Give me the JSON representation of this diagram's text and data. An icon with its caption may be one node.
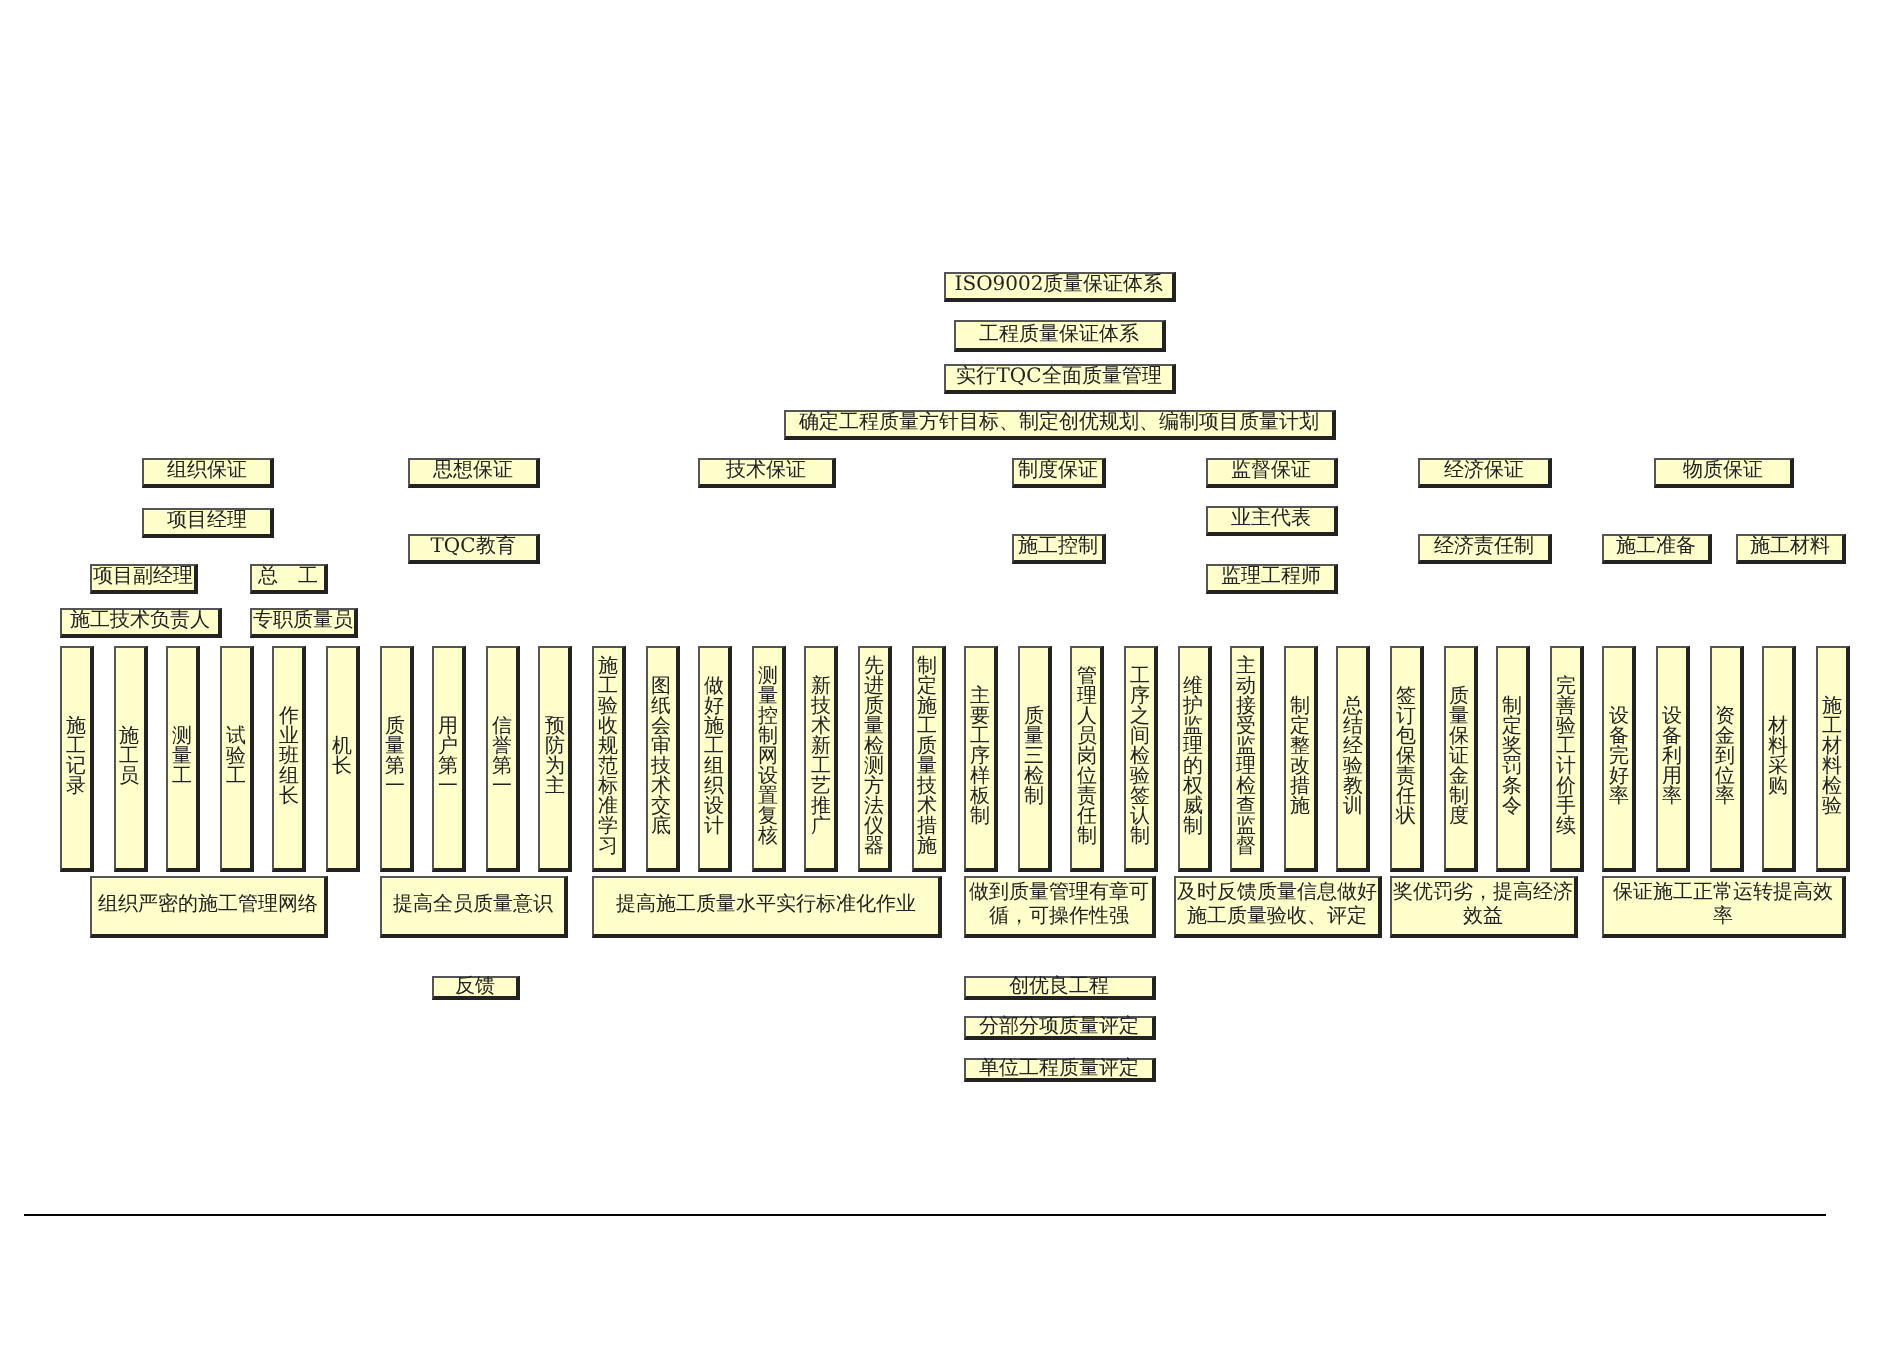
{
  "diagram": {
    "nodes": [
      {
        "text": [
          "ISO9002质量保证体系"
        ]
      },
      {
        "text": [
          "工程质量保证体系"
        ]
      },
      {
        "text": [
          "实行TQC全面质量管理"
        ]
      },
      {
        "text": [
          "确定工程质量方针目标、制定创优规划、编制项目质量计划"
        ]
      },
      {
        "text": [
          "组织保证"
        ]
      },
      {
        "text": [
          "思想保证"
        ]
      },
      {
        "text": [
          "技术保证"
        ]
      },
      {
        "text": [
          "制度保证"
        ]
      },
      {
        "text": [
          "监督保证"
        ]
      },
      {
        "text": [
          "经济保证"
        ]
      },
      {
        "text": [
          "物质保证"
        ]
      },
      {
        "text": [
          "项目经理"
        ]
      },
      {
        "text": [
          "业主代表"
        ]
      },
      {
        "text": [
          "TQC教育"
        ]
      },
      {
        "text": [
          "施工控制"
        ]
      },
      {
        "text": [
          "经济责任制"
        ]
      },
      {
        "text": [
          "施工准备"
        ]
      },
      {
        "text": [
          "施工材料"
        ]
      },
      {
        "text": [
          "项目副经理"
        ]
      },
      {
        "text": [
          "总　工"
        ]
      },
      {
        "text": [
          "监理工程师"
        ]
      },
      {
        "text": [
          "施工技术负责人"
        ]
      },
      {
        "text": [
          "专职质量员"
        ]
      },
      {
        "text": [
          "施工记录"
        ]
      },
      {
        "text": [
          "施工员"
        ]
      },
      {
        "text": [
          "测量工"
        ]
      },
      {
        "text": [
          "试验工"
        ]
      },
      {
        "text": [
          "作业班组长"
        ]
      },
      {
        "text": [
          "机长"
        ]
      },
      {
        "text": [
          "质量第一"
        ]
      },
      {
        "text": [
          "用户第一"
        ]
      },
      {
        "text": [
          "信誉第一"
        ]
      },
      {
        "text": [
          "预防为主"
        ]
      },
      {
        "text": [
          "施工验收规范标准学习"
        ]
      },
      {
        "text": [
          "图纸会审技术交底"
        ]
      },
      {
        "text": [
          "做好施工组织设计"
        ]
      },
      {
        "text": [
          "测量控制网设置复核"
        ]
      },
      {
        "text": [
          "新技术新工艺推广"
        ]
      },
      {
        "text": [
          "先进质量检测方法仪器"
        ]
      },
      {
        "text": [
          "制定施工质量技术措施"
        ]
      },
      {
        "text": [
          "主要工序样板制"
        ]
      },
      {
        "text": [
          "质量三检制"
        ]
      },
      {
        "text": [
          "管理人员岗位责任制"
        ]
      },
      {
        "text": [
          "工序之间检验签认制"
        ]
      },
      {
        "text": [
          "维护监理的权威制"
        ]
      },
      {
        "text": [
          "主动接受监理检查监督"
        ]
      },
      {
        "text": [
          "制定整改措施"
        ]
      },
      {
        "text": [
          "总结经验教训"
        ]
      },
      {
        "text": [
          "签订包保责任状"
        ]
      },
      {
        "text": [
          "质量保证金制度"
        ]
      },
      {
        "text": [
          "制定奖罚条令"
        ]
      },
      {
        "text": [
          "完善验工计价手续"
        ]
      },
      {
        "text": [
          "设备完好率"
        ]
      },
      {
        "text": [
          "设备利用率"
        ]
      },
      {
        "text": [
          "资金到位率"
        ]
      },
      {
        "text": [
          "材料采购"
        ]
      },
      {
        "text": [
          "施工材料检验"
        ]
      },
      {
        "text": [
          "组织严密的施工管理网络"
        ]
      },
      {
        "text": [
          "提高全员质量意识"
        ]
      },
      {
        "text": [
          "提高施工质量水平实行标准化作业"
        ]
      },
      {
        "text": [
          "做到质量管理有章可循，可操作性强"
        ]
      },
      {
        "text": [
          "及时反馈质量信息做好施工质量验收、评定"
        ]
      },
      {
        "text": [
          "奖优罚劣，提高经济效益"
        ]
      },
      {
        "text": [
          "保证施工正常运转提高效率"
        ]
      },
      {
        "text": [
          "反馈"
        ]
      },
      {
        "text": [
          "创优良工程"
        ]
      },
      {
        "text": [
          "分部分项质量评定"
        ]
      },
      {
        "text": [
          "单位工程质量评定"
        ]
      }
    ]
  }
}
